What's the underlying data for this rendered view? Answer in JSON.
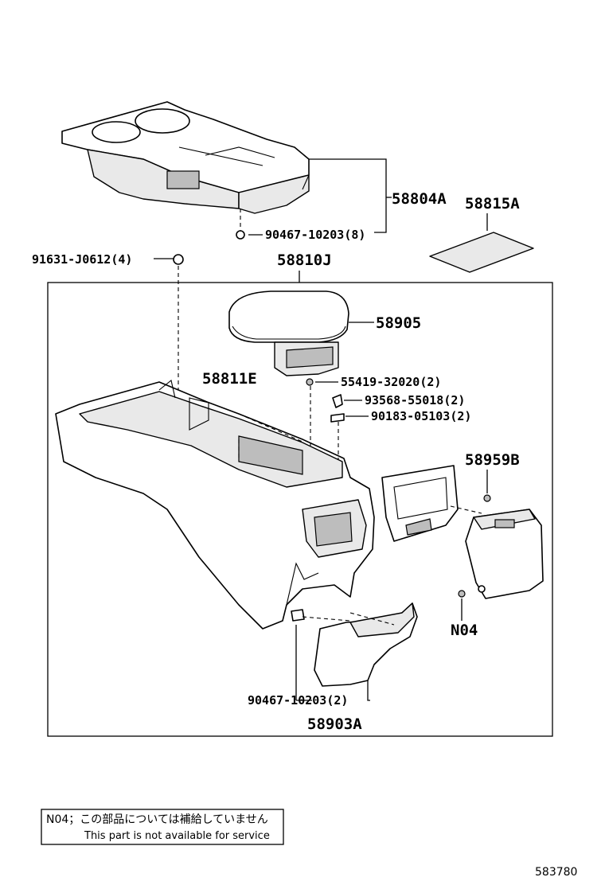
{
  "labels": {
    "p58804A": "58804A",
    "p58815A": "58815A",
    "p90467_top": "90467-10203(8)",
    "p91631": "91631-J0612(4)",
    "p58810J": "58810J",
    "p58905": "58905",
    "p58811E": "58811E",
    "p55419": "55419-32020(2)",
    "p93568": "93568-55018(2)",
    "p90183": "90183-05103(2)",
    "p58959B": "58959B",
    "pN04": "N04",
    "p90467_bottom": "90467-10203(2)",
    "p58903A": "58903A"
  },
  "note": {
    "line1": "N04；この部品については補給していません",
    "line2": "This part is not available for service"
  },
  "diagram_code": "583780"
}
